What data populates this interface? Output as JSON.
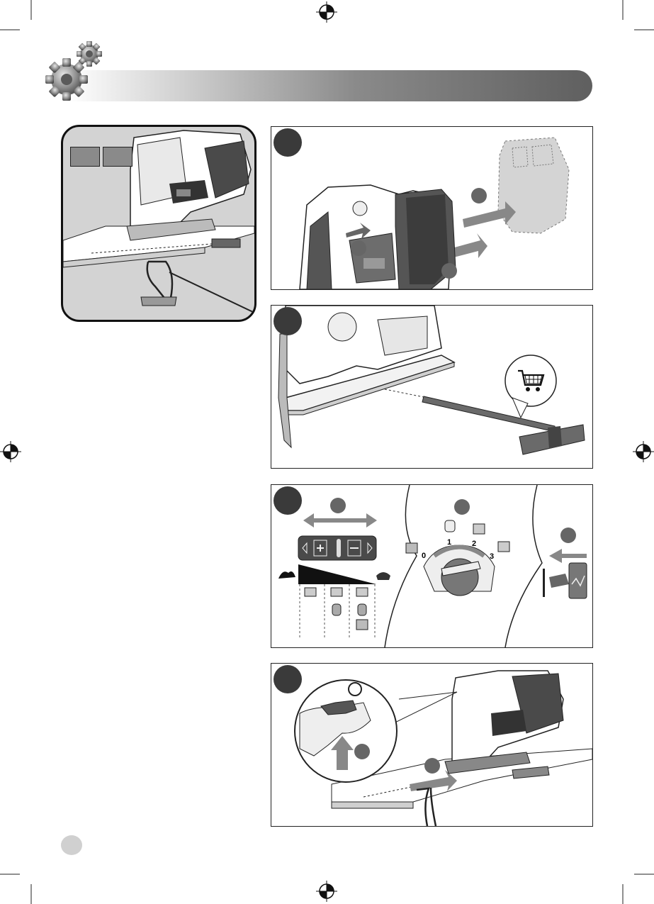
{
  "header": {
    "gear_icon": "gears-icon",
    "bar_color": "#6e6e6e"
  },
  "overview": {
    "labels": [
      "",
      ""
    ]
  },
  "steps": [
    {
      "id": "step-1",
      "sub": [
        "",
        "",
        ""
      ]
    },
    {
      "id": "step-2",
      "icon": "shopping-cart-icon"
    },
    {
      "id": "step-3",
      "dial_numbers": [
        "0",
        "1",
        "2",
        "3"
      ]
    },
    {
      "id": "step-4"
    }
  ],
  "footer": {
    "page_marker": ""
  }
}
